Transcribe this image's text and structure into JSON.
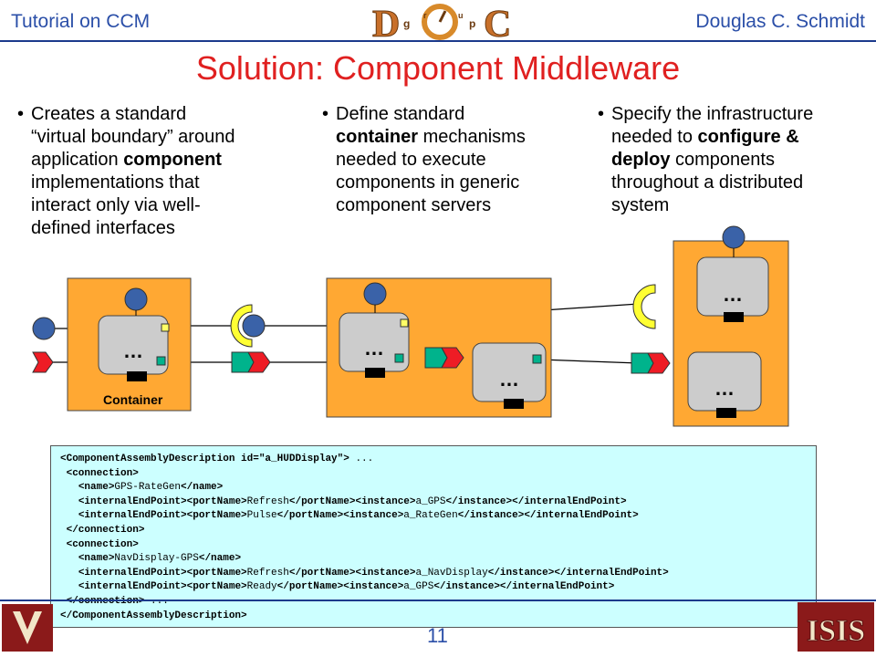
{
  "header": {
    "left": "Tutorial on CCM",
    "right": "Douglas C. Schmidt",
    "logo_text": "D O C group"
  },
  "title": "Solution: Component Middleware",
  "bullets": [
    {
      "lines": [
        [
          {
            "t": "Creates a standard"
          }
        ],
        [
          {
            "t": "“virtual boundary” around"
          }
        ],
        [
          {
            "t": "application "
          },
          {
            "t": "component",
            "b": true
          }
        ],
        [
          {
            "t": "implementations that"
          }
        ],
        [
          {
            "t": "interact only via well-"
          }
        ],
        [
          {
            "t": "defined interfaces"
          }
        ]
      ]
    },
    {
      "lines": [
        [
          {
            "t": "Define standard"
          }
        ],
        [
          {
            "t": "container",
            "b": true
          },
          {
            "t": " mechanisms"
          }
        ],
        [
          {
            "t": "needed to execute"
          }
        ],
        [
          {
            "t": "components in generic"
          }
        ],
        [
          {
            "t": "component servers"
          }
        ]
      ]
    },
    {
      "lines": [
        [
          {
            "t": "Specify the infrastructure"
          }
        ],
        [
          {
            "t": "needed to "
          },
          {
            "t": "configure &",
            "b": true
          }
        ],
        [
          {
            "t": "deploy",
            "b": true
          },
          {
            "t": " components"
          }
        ],
        [
          {
            "t": "throughout a distributed"
          }
        ],
        [
          {
            "t": "system"
          }
        ]
      ]
    }
  ],
  "diagram": {
    "container_label": "Container",
    "component_label": "…",
    "colors": {
      "container": "#ffa833",
      "component": "#cccccc",
      "facet": "#3a62a8",
      "receptacle": "#ffff33",
      "event_source": "#ee1c25",
      "event_sink": "#00b38c",
      "attribute": "#ffff66",
      "stub": "#000000"
    }
  },
  "code_lines": [
    [
      {
        "t": "<ComponentAssemblyDescription id=\"a_HUDDisplay\">",
        "b": true
      },
      {
        "t": " ..."
      }
    ],
    [
      {
        "t": " "
      },
      {
        "t": "<connection>",
        "b": true
      }
    ],
    [
      {
        "t": "   "
      },
      {
        "t": "<name>",
        "b": true
      },
      {
        "t": "GPS-RateGen"
      },
      {
        "t": "</name>",
        "b": true
      }
    ],
    [
      {
        "t": "   "
      },
      {
        "t": "<internalEndPoint><portName>",
        "b": true
      },
      {
        "t": "Refresh"
      },
      {
        "t": "</portName><instance>",
        "b": true
      },
      {
        "t": "a_GPS"
      },
      {
        "t": "</instance></internalEndPoint>",
        "b": true
      }
    ],
    [
      {
        "t": "   "
      },
      {
        "t": "<internalEndPoint><portName>",
        "b": true
      },
      {
        "t": "Pulse"
      },
      {
        "t": "</portName><instance>",
        "b": true
      },
      {
        "t": "a_RateGen"
      },
      {
        "t": "</instance></internalEndPoint>",
        "b": true
      }
    ],
    [
      {
        "t": " "
      },
      {
        "t": "</connection>",
        "b": true
      }
    ],
    [
      {
        "t": " "
      },
      {
        "t": "<connection>",
        "b": true
      }
    ],
    [
      {
        "t": "   "
      },
      {
        "t": "<name>",
        "b": true
      },
      {
        "t": "NavDisplay-GPS"
      },
      {
        "t": "</name>",
        "b": true
      }
    ],
    [
      {
        "t": "   "
      },
      {
        "t": "<internalEndPoint><portName>",
        "b": true
      },
      {
        "t": "Refresh"
      },
      {
        "t": "</portName><instance>",
        "b": true
      },
      {
        "t": "a_NavDisplay"
      },
      {
        "t": "</instance></internalEndPoint>",
        "b": true
      }
    ],
    [
      {
        "t": "   "
      },
      {
        "t": "<internalEndPoint><portName>",
        "b": true
      },
      {
        "t": "Ready"
      },
      {
        "t": "</portName><instance>",
        "b": true
      },
      {
        "t": "a_GPS"
      },
      {
        "t": "</instance></internalEndPoint>",
        "b": true
      }
    ],
    [
      {
        "t": " "
      },
      {
        "t": "</connection>",
        "b": true
      },
      {
        "t": " ..."
      }
    ],
    [
      {
        "t": "</ComponentAssemblyDescription>",
        "b": true
      }
    ]
  ],
  "page_number": "11"
}
